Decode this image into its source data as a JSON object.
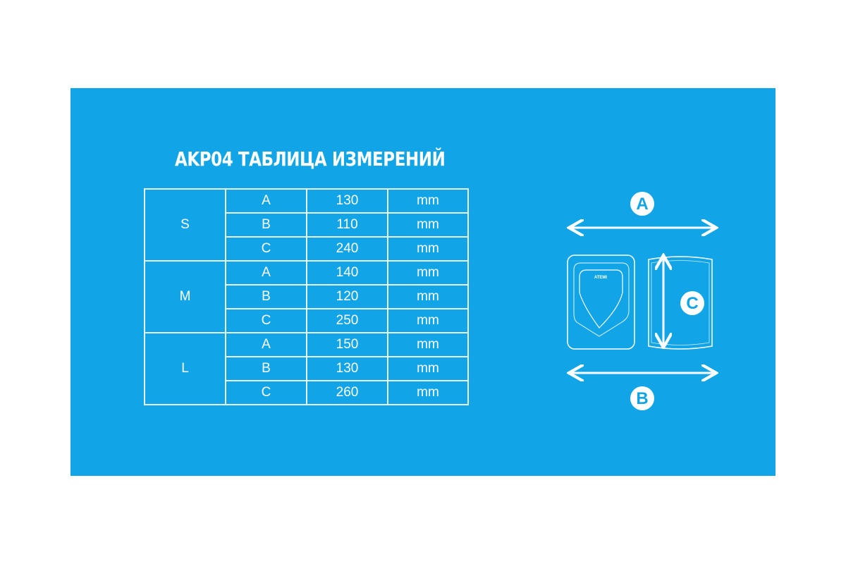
{
  "title": "AKP04 ТАБЛИЦА ИЗМЕРЕНИЙ",
  "table": {
    "rows": [
      {
        "size": "S",
        "dims": [
          {
            "dim": "A",
            "value": "130",
            "unit": "mm"
          },
          {
            "dim": "B",
            "value": "110",
            "unit": "mm"
          },
          {
            "dim": "C",
            "value": "240",
            "unit": "mm"
          }
        ]
      },
      {
        "size": "M",
        "dims": [
          {
            "dim": "A",
            "value": "140",
            "unit": "mm"
          },
          {
            "dim": "B",
            "value": "120",
            "unit": "mm"
          },
          {
            "dim": "C",
            "value": "250",
            "unit": "mm"
          }
        ]
      },
      {
        "size": "L",
        "dims": [
          {
            "dim": "A",
            "value": "150",
            "unit": "mm"
          },
          {
            "dim": "B",
            "value": "130",
            "unit": "mm"
          },
          {
            "dim": "C",
            "value": "260",
            "unit": "mm"
          }
        ]
      }
    ]
  },
  "diagram": {
    "label_a": "A",
    "label_b": "B",
    "label_c": "C",
    "pad_logo": "ATEMI"
  },
  "colors": {
    "background": "#11a5e8",
    "foreground": "#ffffff"
  }
}
